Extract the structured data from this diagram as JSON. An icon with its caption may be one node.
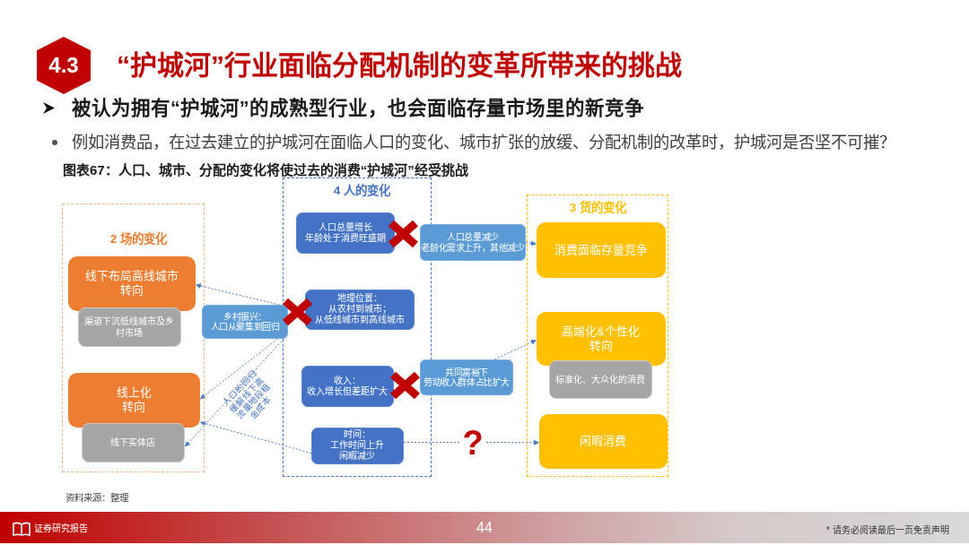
{
  "diagram": {
    "title": "“护城河”行业面临分配机制的变革所带来的挑战",
    "caption": "图表67：人口、城市、分配的变化将使过去的消费“护城河”经受挑战",
    "nodes": [
      {
        "text": [
          "2 场的变化"
        ]
      },
      {
        "text": [
          "线下布局高线城市转向"
        ],
        "in": 0
      },
      {
        "text": [
          "渠道下沉低线城市及乡村市场"
        ],
        "in": 0
      },
      {
        "text": [
          "线上化转向"
        ],
        "in": 0
      },
      {
        "text": [
          "线下实体店"
        ],
        "in": 0
      },
      {
        "text": [
          "4 人的变化"
        ]
      },
      {
        "text": [
          "人口总量增长",
          "年龄处于消费旺盛期"
        ],
        "in": 5
      },
      {
        "text": [
          "地理位置：",
          "从农村到城市；",
          "从低线城市到高线城市"
        ],
        "in": 5
      },
      {
        "text": [
          "收入：",
          "收入增长但差距扩大"
        ],
        "in": 5
      },
      {
        "text": [
          "时间：",
          "工作时间上升",
          "闲暇减少"
        ],
        "in": 5
      },
      {
        "text": [
          "乡村振兴：",
          "人口从聚集到回归"
        ]
      },
      {
        "text": [
          "人口总量减少",
          "老龄化需求上升，其他减少"
        ]
      },
      {
        "text": [
          "共同富裕下",
          "劳动收入群体占比扩大"
        ]
      },
      {
        "text": [
          "3 货的变化"
        ]
      },
      {
        "text": [
          "消费面临存量竞争"
        ],
        "in": 13
      },
      {
        "text": [
          "高端化&个性化转向"
        ],
        "in": 13
      },
      {
        "text": [
          "标准化、大众化的消费"
        ],
        "in": 13
      },
      {
        "text": [
          "闲暇消费"
        ],
        "in": 13
      }
    ],
    "edges": [
      {
        "from": 11,
        "to": 14,
        "arrow": "to"
      },
      {
        "from": 10,
        "to": 1,
        "arrow": "to"
      },
      {
        "from": 10,
        "to": 3,
        "arrow": "to"
      },
      {
        "from": 10,
        "to": 4,
        "arrow": "to",
        "label": "人口的回归缓解线下高流量地段租金成本"
      },
      {
        "from": 9,
        "to": 3,
        "arrow": "to"
      },
      {
        "from": 9,
        "to": 17,
        "arrow": "to",
        "label": "?"
      },
      {
        "from": 12,
        "to": 15,
        "arrow": "to"
      }
    ],
    "labels": [
      "4.3",
      "被认为拥有“护城河”的成熟型行业，也会面临存量市场里的新竞争",
      "例如消费品，在过去建立的护城河在面临人口的变化、城市扩张的放缓、分配机制的改革时，护城河是否坚不可摧？",
      "资料来源：整理",
      "证券研究报告",
      "44",
      "* 请务必阅读最后一页免责声明"
    ]
  }
}
